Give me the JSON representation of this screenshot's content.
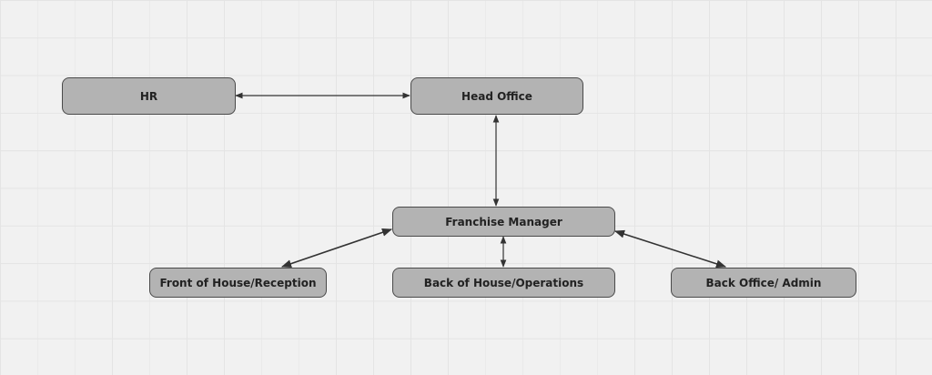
{
  "nodes": {
    "hr": "HR",
    "head_office": "Head Office",
    "franchise_manager": "Franchise Manager",
    "front_of_house": "Front of House/Reception",
    "back_of_house": "Back of House/Operations",
    "back_office": "Back Office/ Admin"
  },
  "colors": {
    "node_fill": "#b3b3b3",
    "edge": "#333333",
    "background": "#f1f1f1"
  }
}
